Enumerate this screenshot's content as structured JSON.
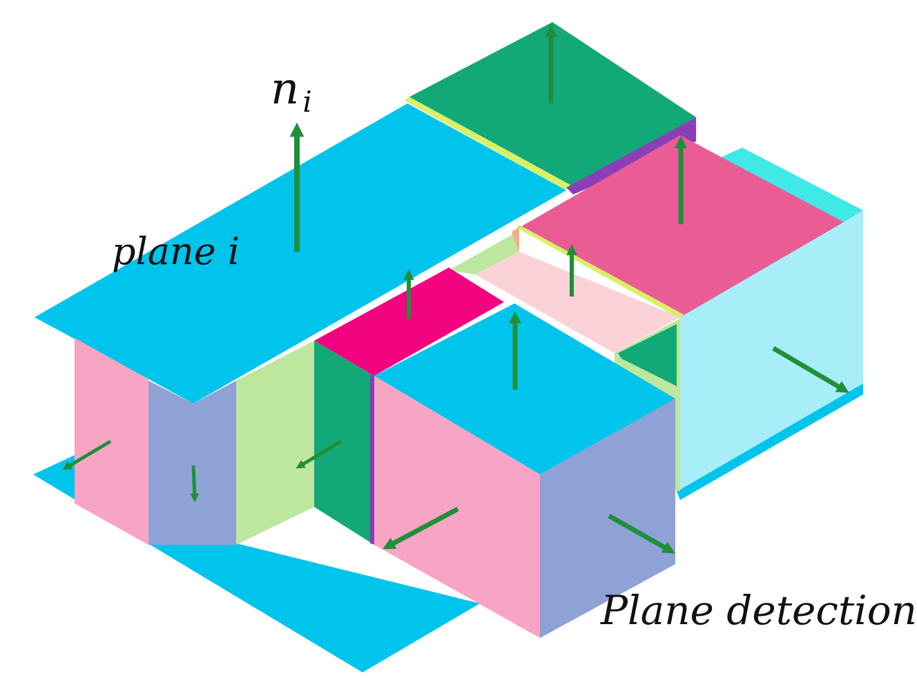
{
  "labels": {
    "normal_base": "n",
    "normal_sub": "i",
    "plane_label": "plane i",
    "caption": "Plane detection"
  },
  "colors": {
    "cyan": "#00c4ec",
    "pink": "#f8a4c4",
    "periwinkle": "#8fa2d6",
    "light_green": "#bde79e",
    "teal_green": "#13a878",
    "magenta": "#f2037f",
    "rose": "#ea5c94",
    "light_pink": "#fbd2d7",
    "light_cyan": "#a7eef8",
    "salmon": "#f9ac84",
    "purple": "#8a3fb8",
    "yellow_green": "#d8f068",
    "arrow_green": "#1f8f3a"
  }
}
